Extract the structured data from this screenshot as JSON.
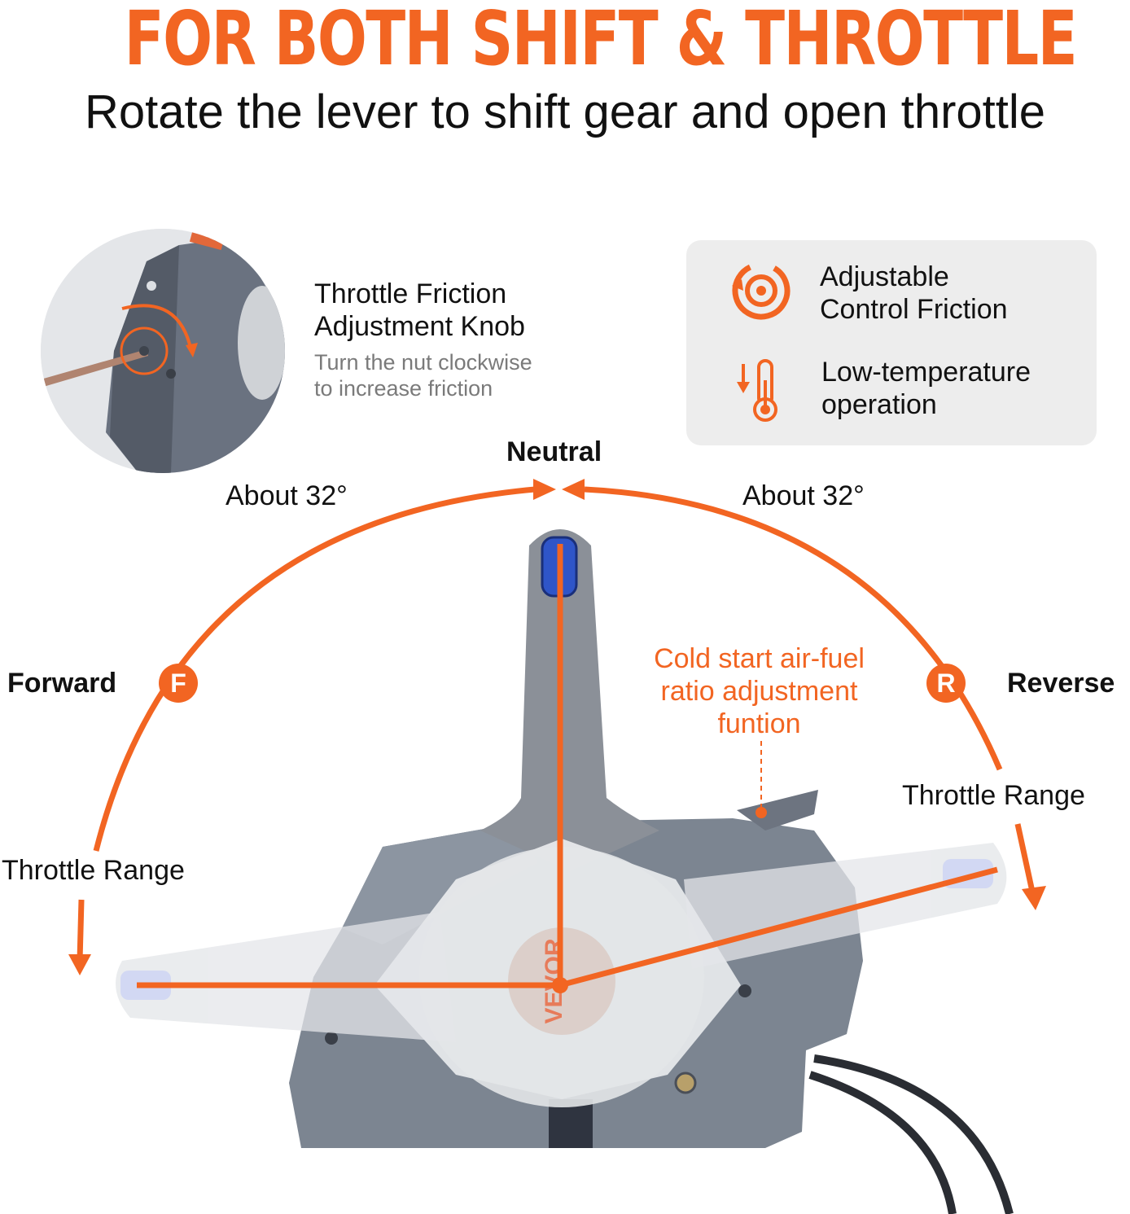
{
  "header": {
    "title": "FOR BOTH SHIFT & THROTTLE",
    "subtitle": "Rotate the lever to shift gear and open throttle"
  },
  "knob": {
    "title_line1": "Throttle Friction",
    "title_line2": "Adjustment Knob",
    "desc_line1": "Turn the nut clockwise",
    "desc_line2": "to increase friction",
    "photo_icon": "friction-knob-closeup"
  },
  "features": [
    {
      "icon": "adjust-rotate-icon",
      "line1": "Adjustable",
      "line2": "Control Friction"
    },
    {
      "icon": "thermometer-down-icon",
      "line1": "Low-temperature",
      "line2": "operation"
    }
  ],
  "diagram": {
    "neutral_label": "Neutral",
    "angle_left": "About 32°",
    "angle_right": "About 32°",
    "forward_label": "Forward",
    "reverse_label": "Reverse",
    "forward_badge": "F",
    "reverse_badge": "R",
    "throttle_left": "Throttle Range",
    "throttle_right": "Throttle Range",
    "cold_start": [
      "Cold start air-fuel",
      "ratio adjustment",
      "funtion"
    ],
    "brand_mark": "VEVOR"
  },
  "colors": {
    "accent": "#f26522",
    "housing": "#7c8591",
    "lever": "#8b9098",
    "panel_bg": "#ededed",
    "handle_blue": "#2f55c8"
  }
}
